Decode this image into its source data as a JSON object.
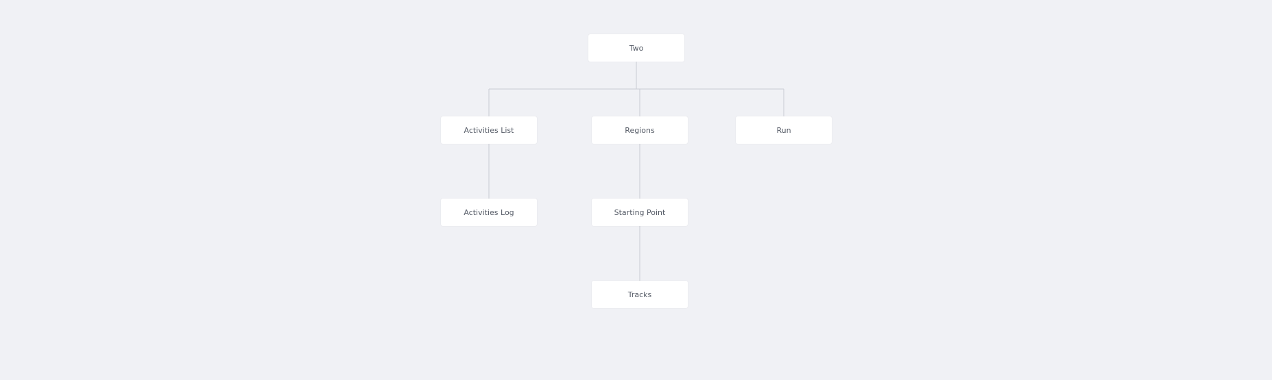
{
  "diagram": {
    "root": {
      "label": "Two"
    },
    "level1": [
      {
        "label": "Activities List"
      },
      {
        "label": "Regions"
      },
      {
        "label": "Run"
      }
    ],
    "level2": [
      {
        "label": "Activities Log"
      },
      {
        "label": "Starting Point"
      }
    ],
    "level3": [
      {
        "label": "Tracks"
      }
    ]
  }
}
